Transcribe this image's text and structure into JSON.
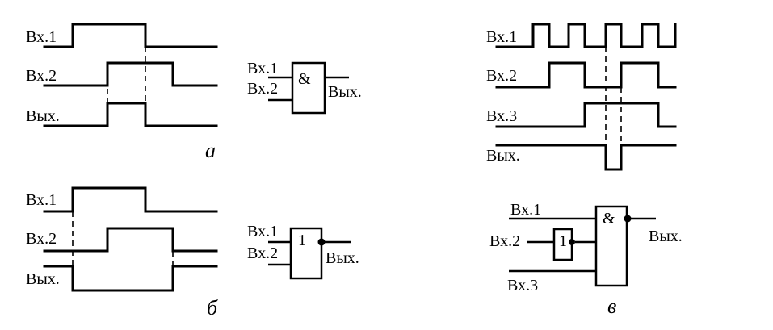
{
  "panel_a": {
    "caption": "а",
    "timing": {
      "in1_label": "Вх.1",
      "in2_label": "Вх.2",
      "out_label": "Вых."
    },
    "gate": {
      "symbol": "&",
      "in1_label": "Вх.1",
      "in2_label": "Вх.2",
      "out_label": "Вых."
    }
  },
  "panel_b": {
    "caption": "б",
    "timing": {
      "in1_label": "Вх.1",
      "in2_label": "Вх.2",
      "out_label": "Вых."
    },
    "gate": {
      "symbol": "1",
      "in1_label": "Вх.1",
      "in2_label": "Вх.2",
      "out_label": "Вых."
    }
  },
  "panel_c": {
    "caption": "в",
    "timing": {
      "in1_label": "Вх.1",
      "in2_label": "Вх.2",
      "in3_label": "Вх.3",
      "out_label": "Вых."
    },
    "gate": {
      "and_symbol": "&",
      "not_symbol": "1",
      "in1_label": "Вх.1",
      "in2_label": "Вх.2",
      "in3_label": "Вх.3",
      "out_label": "Вых."
    }
  }
}
